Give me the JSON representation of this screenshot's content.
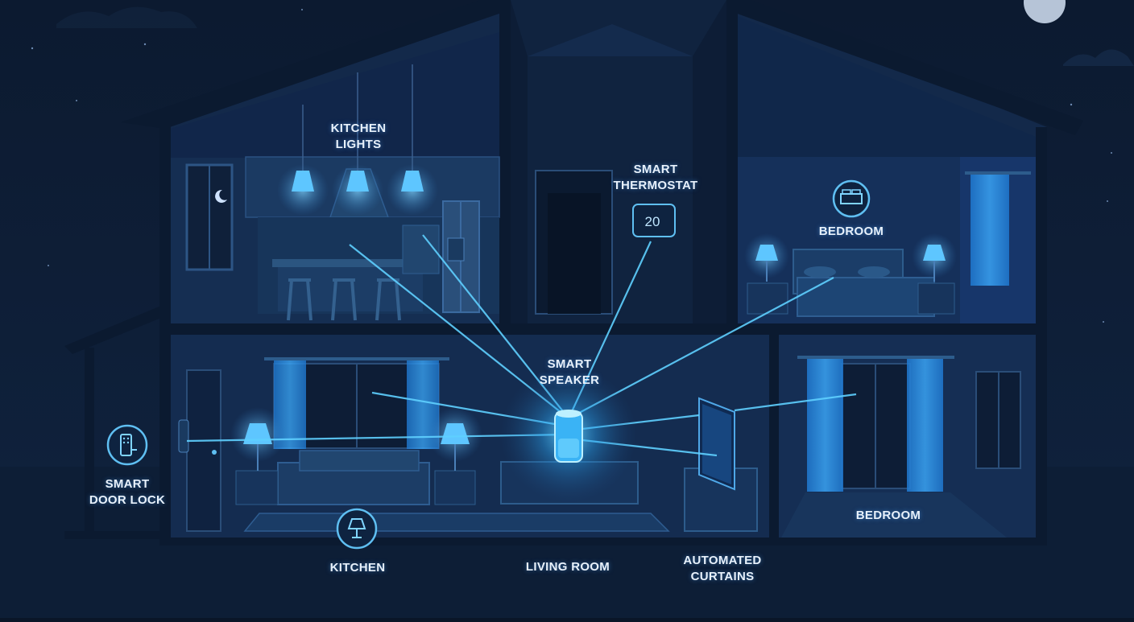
{
  "labels": {
    "kitchen_lights": [
      "KITCHEN",
      "LIGHTS"
    ],
    "smart_thermostat": [
      "SMART",
      "THERMOSTAT"
    ],
    "bedroom_upper": "BEDROOM",
    "smart_speaker": [
      "SMART",
      "SPEAKER"
    ],
    "smart_door_lock": [
      "SMART",
      "DOOR LOCK"
    ],
    "kitchen": "KITCHEN",
    "living_room": "LIVING ROOM",
    "automated_curtains": [
      "AUTOMATED",
      "CURTAINS"
    ],
    "bedroom_lower": "BEDROOM"
  },
  "thermostat": {
    "temperature": "20"
  },
  "icons": {
    "bed": "bed-icon",
    "door_lock": "keypad-lock-icon",
    "lamp": "lamp-icon",
    "moon": "moon-icon"
  },
  "colors": {
    "background": "#0a1628",
    "house": "#13294a",
    "glow": "#4fc3ff",
    "line": "#0b1a30"
  }
}
